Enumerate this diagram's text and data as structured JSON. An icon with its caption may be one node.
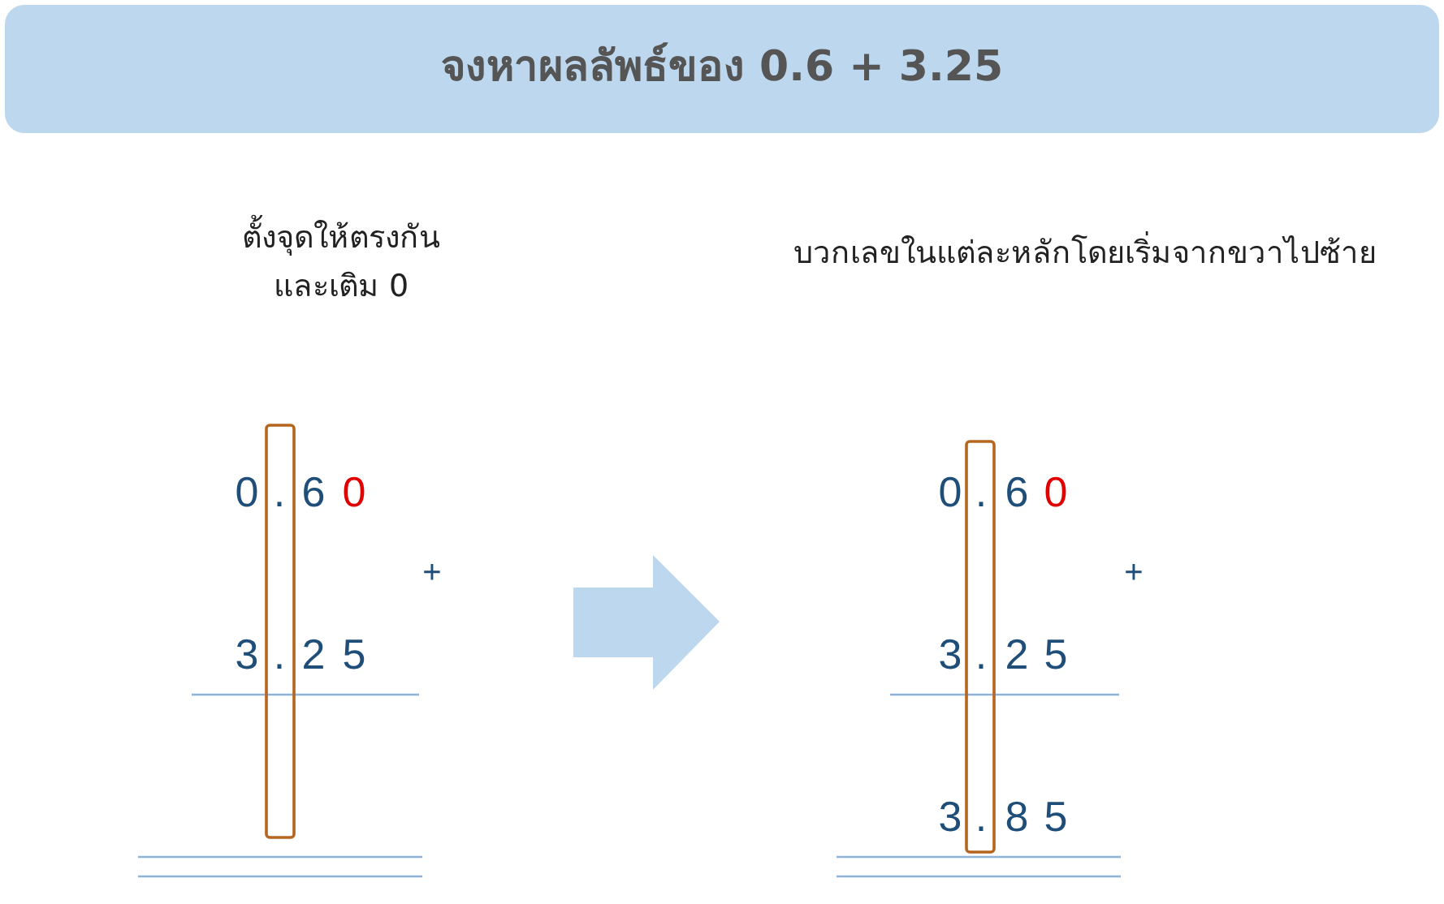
{
  "diagram": {
    "title": "จงหาผลลัพธ์ของ 0.6 + 3.25",
    "labels": [
      "ตั้งจุดให้ตรงกัน และเติม 0",
      "0",
      ".",
      "6",
      "0",
      "+",
      "3",
      ".",
      "2",
      "5",
      "บวกเลขในแต่ละหลักโดยเริ่มจากขวาไปซ้าย",
      "0",
      ".",
      "6",
      "0",
      "+",
      "3",
      ".",
      "2",
      "5",
      "3",
      ".",
      "8",
      "5"
    ]
  }
}
